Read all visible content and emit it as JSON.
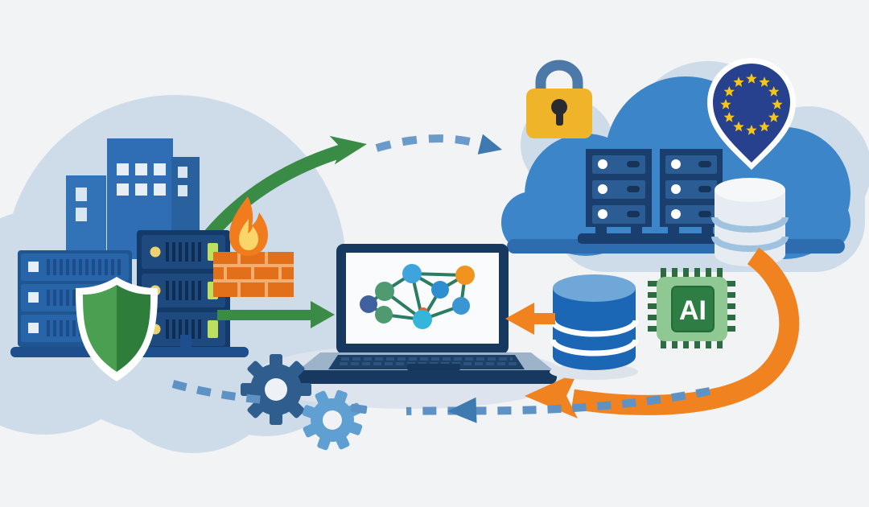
{
  "illustration": {
    "title": "Hybrid cloud data flow illustration",
    "description": "On-premises data center with firewall and shield, laptop with network graph, EU cloud with servers and databases, AI chip, gears and data-flow arrows"
  },
  "ai_chip": {
    "label": "AI"
  },
  "colors": {
    "background": "#f2f3f5",
    "light_cloud": "#cedcea",
    "main_cloud_blue": "#3c85c8",
    "cloud_shadow_blue": "#2e6cb0",
    "building_blue": "#2f6db4",
    "rack_navy": "#143a6a",
    "rack_blue": "#2765a8",
    "green_arrow": "#3a8b45",
    "orange_arrow": "#f08220",
    "firewall_brick": "#e2701a",
    "fire_orange": "#f07c1e",
    "fire_yellow": "#f9d56a",
    "shield_green_light": "#4aa050",
    "shield_green_dark": "#2f7d3b",
    "padlock_yellow": "#f0b42a",
    "padlock_shackle": "#4d79a8",
    "eu_pin_blue": "#27418e",
    "eu_star_yellow": "#f2c61c",
    "ai_chip_light_green": "#8fc893",
    "ai_chip_dark_green": "#2e7d45",
    "db_blue": "#1c67b5",
    "db_white": "#eef2f5",
    "gear_dark_blue": "#2f5d8e",
    "gear_light_blue": "#5f9fd2",
    "dashed_arrow_blue": "#5e92c4",
    "laptop_frame_navy": "#17395f",
    "laptop_deck": "#9cb3ca",
    "graph_edge_green": "#2a7c62"
  },
  "icons": [
    "building-icon",
    "server-rack-icon",
    "shield-icon",
    "firewall-icon",
    "fire-icon",
    "laptop-icon",
    "network-graph-icon",
    "gear-icon",
    "database-icon",
    "ai-chip-icon",
    "cloud-icon",
    "padlock-icon",
    "eu-location-pin-icon",
    "green-arrow-icon",
    "orange-arrow-icon",
    "dashed-arrow-icon"
  ]
}
